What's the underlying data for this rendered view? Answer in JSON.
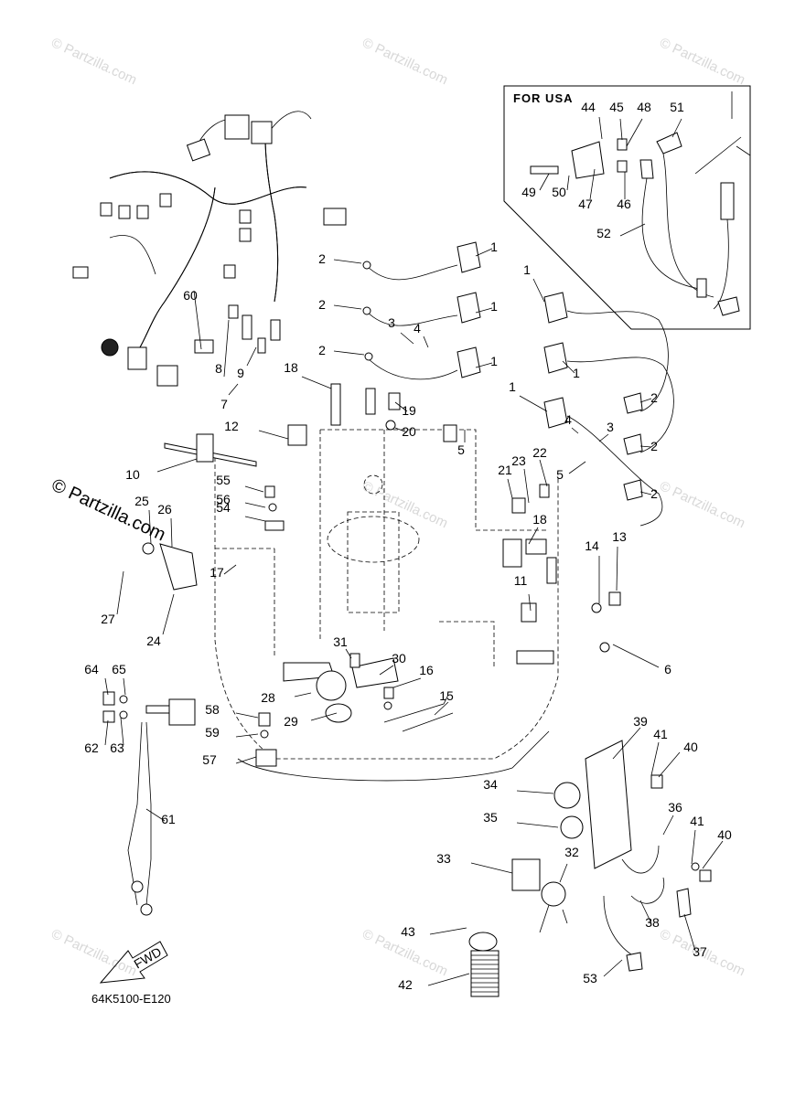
{
  "diagram": {
    "code": "64K5100-E120",
    "inset_title": "FOR USA",
    "fwd_label": "FWD",
    "watermark": "© Partzilla.com",
    "callouts": [
      "1",
      "2",
      "3",
      "4",
      "5",
      "6",
      "7",
      "8",
      "9",
      "10",
      "11",
      "12",
      "13",
      "14",
      "15",
      "16",
      "17",
      "18",
      "19",
      "20",
      "21",
      "22",
      "23",
      "24",
      "25",
      "26",
      "27",
      "28",
      "29",
      "30",
      "31",
      "32",
      "33",
      "34",
      "35",
      "36",
      "37",
      "38",
      "39",
      "40",
      "41",
      "42",
      "43",
      "44",
      "45",
      "46",
      "47",
      "48",
      "49",
      "50",
      "51",
      "52",
      "53",
      "54",
      "55",
      "56",
      "57",
      "58",
      "59",
      "60",
      "61",
      "62",
      "63",
      "64",
      "65"
    ]
  }
}
